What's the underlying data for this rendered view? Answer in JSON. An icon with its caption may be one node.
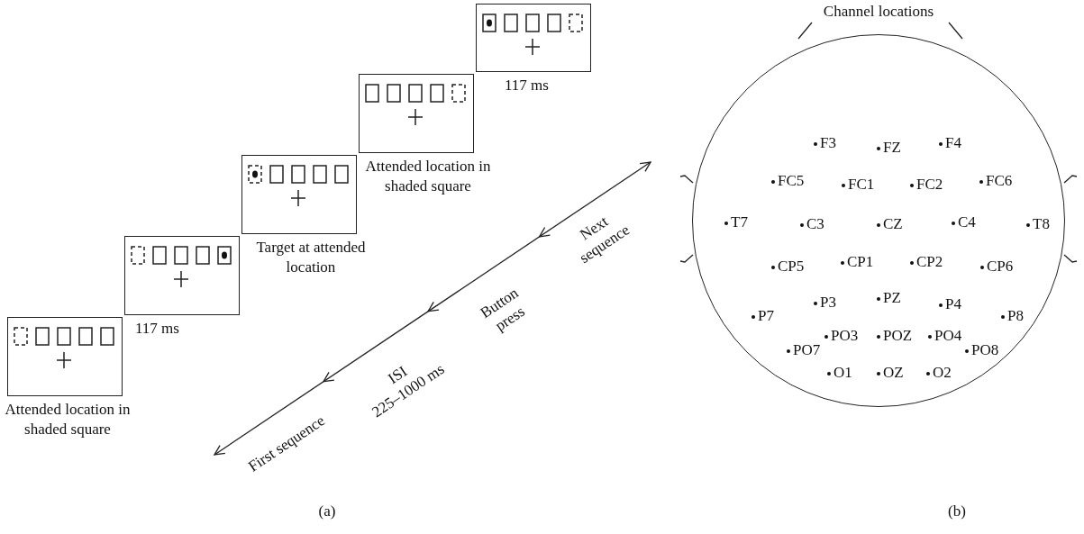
{
  "diagram": {
    "nodes": [
      {
        "text": [],
        "shape": "box",
        "beside": [
          "Attended location in shaded square"
        ]
      },
      {
        "text": [],
        "shape": "box",
        "beside": [
          "117 ms"
        ]
      },
      {
        "text": [],
        "shape": "box",
        "beside": [
          "Target at attended location"
        ]
      },
      {
        "text": [],
        "shape": "box",
        "beside": [
          "Attended location in shaded square"
        ]
      },
      {
        "text": [],
        "shape": "box",
        "beside": [
          "117 ms"
        ]
      },
      {
        "text": [
          "Channel locations"
        ]
      },
      {
        "text": [
          "F3"
        ],
        "in": 5
      },
      {
        "text": [
          "FZ"
        ],
        "in": 5
      },
      {
        "text": [
          "F4"
        ],
        "in": 5
      },
      {
        "text": [
          "FC5"
        ],
        "in": 5
      },
      {
        "text": [
          "FC1"
        ],
        "in": 5
      },
      {
        "text": [
          "FC2"
        ],
        "in": 5
      },
      {
        "text": [
          "FC6"
        ],
        "in": 5
      },
      {
        "text": [
          "T7"
        ],
        "in": 5
      },
      {
        "text": [
          "C3"
        ],
        "in": 5
      },
      {
        "text": [
          "CZ"
        ],
        "in": 5
      },
      {
        "text": [
          "C4"
        ],
        "in": 5
      },
      {
        "text": [
          "T8"
        ],
        "in": 5
      },
      {
        "text": [
          "CP5"
        ],
        "in": 5
      },
      {
        "text": [
          "CP1"
        ],
        "in": 5
      },
      {
        "text": [
          "CP2"
        ],
        "in": 5
      },
      {
        "text": [
          "CP6"
        ],
        "in": 5
      },
      {
        "text": [
          "P3"
        ],
        "in": 5
      },
      {
        "text": [
          "PZ"
        ],
        "in": 5
      },
      {
        "text": [
          "P4"
        ],
        "in": 5
      },
      {
        "text": [
          "P7"
        ],
        "in": 5
      },
      {
        "text": [
          "P8"
        ],
        "in": 5
      },
      {
        "text": [
          "PO3"
        ],
        "in": 5
      },
      {
        "text": [
          "POZ"
        ],
        "in": 5
      },
      {
        "text": [
          "PO4"
        ],
        "in": 5
      },
      {
        "text": [
          "PO7"
        ],
        "in": 5
      },
      {
        "text": [
          "PO8"
        ],
        "in": 5
      },
      {
        "text": [
          "O1"
        ],
        "in": 5
      },
      {
        "text": [
          "OZ"
        ],
        "in": 5
      },
      {
        "text": [
          "O2"
        ],
        "in": 5
      }
    ],
    "edges": [],
    "labels": [
      "Next sequence",
      "Button press",
      "ISI 225–1000 ms",
      "First sequence",
      "(a)",
      "(b)"
    ]
  }
}
